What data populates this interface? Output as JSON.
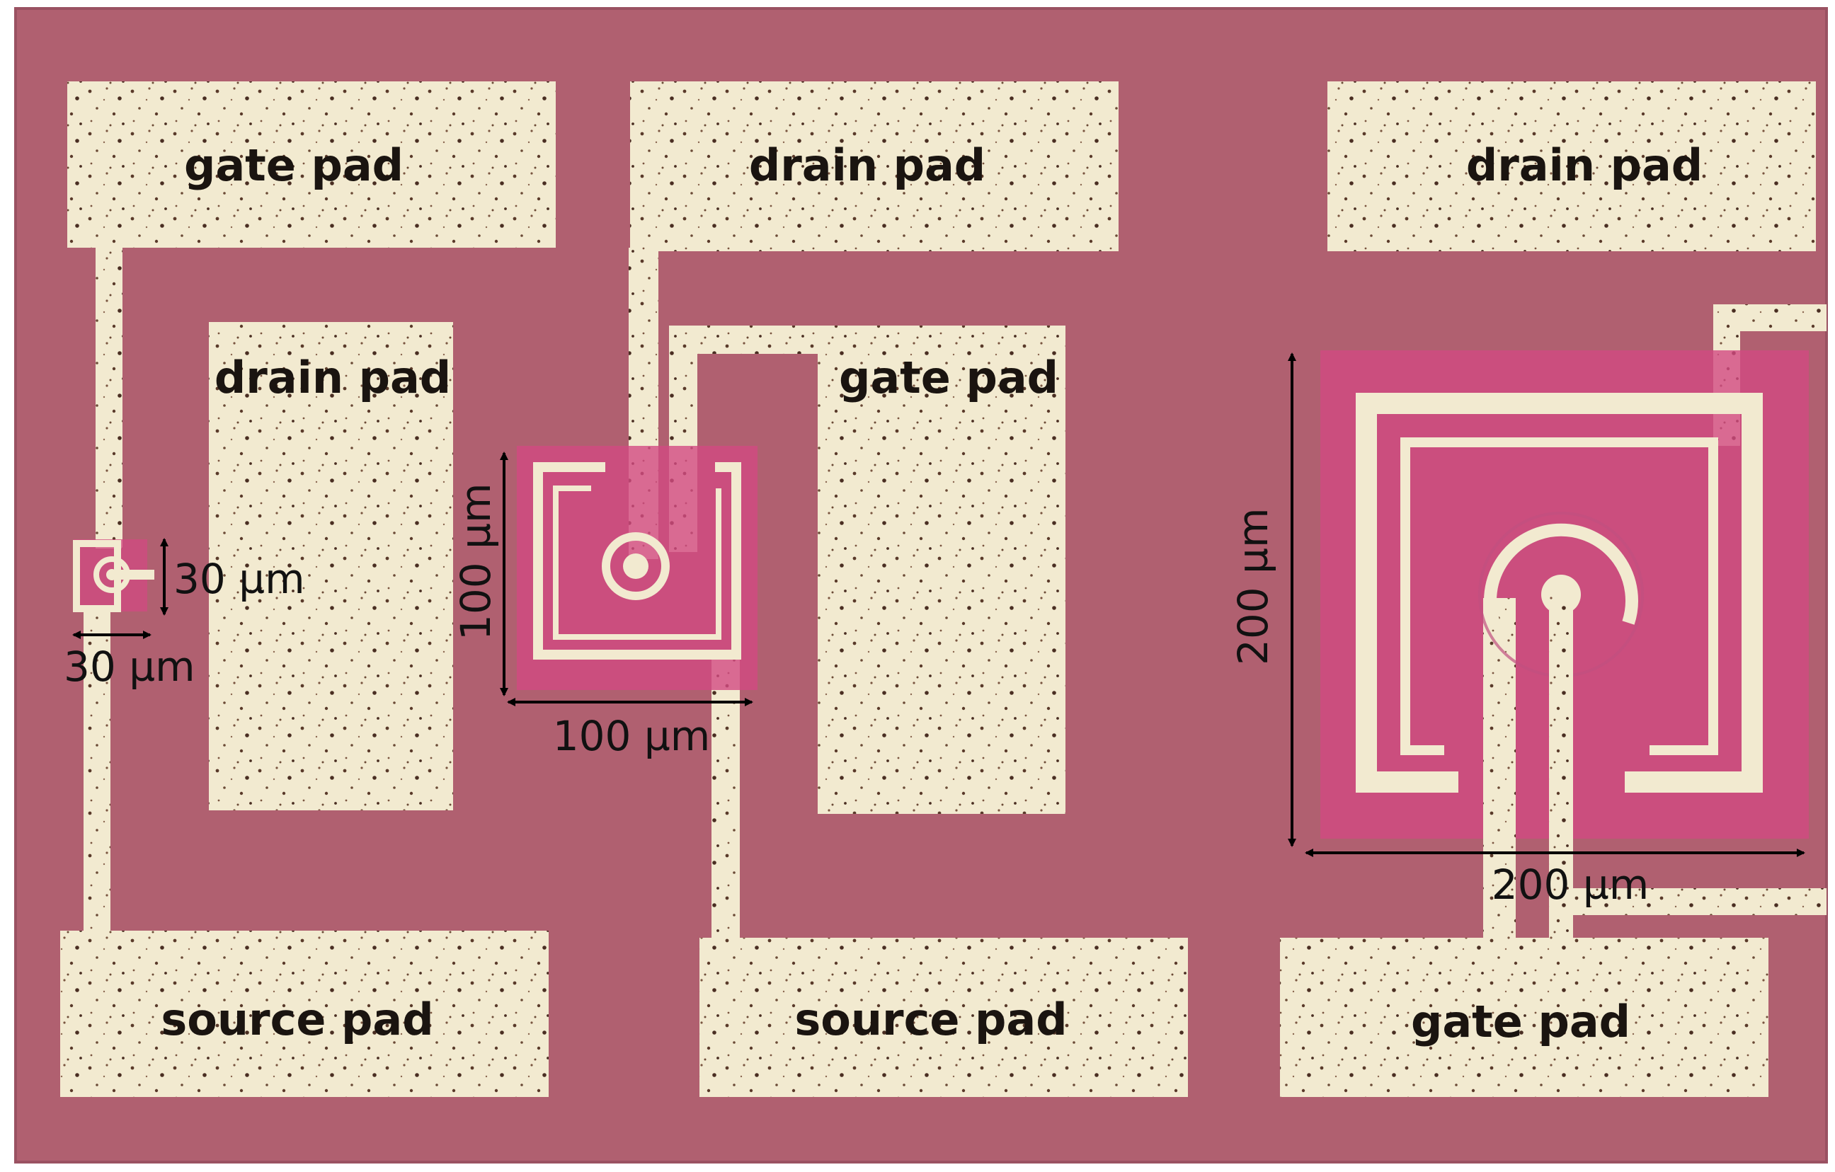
{
  "colors": {
    "substrate": "#b06070",
    "pad_metal": "#f2ead0",
    "active_region": "#d24a82",
    "dimension_line": "#000000",
    "label_text": "#1a1410"
  },
  "device_small": {
    "top_pad_label": "gate pad",
    "middle_pad_label": "drain pad",
    "bottom_pad_label": "source pad",
    "dimension_vertical": "30 µm",
    "dimension_horizontal": "30 µm"
  },
  "device_medium": {
    "top_pad_label": "drain pad",
    "middle_pad_label": "gate pad",
    "bottom_pad_label": "source pad",
    "dimension_vertical": "100 µm",
    "dimension_horizontal": "100 µm"
  },
  "device_large": {
    "top_pad_label": "drain pad",
    "bottom_pad_label": "gate pad",
    "dimension_vertical": "200 µm",
    "dimension_horizontal": "200 µm"
  }
}
